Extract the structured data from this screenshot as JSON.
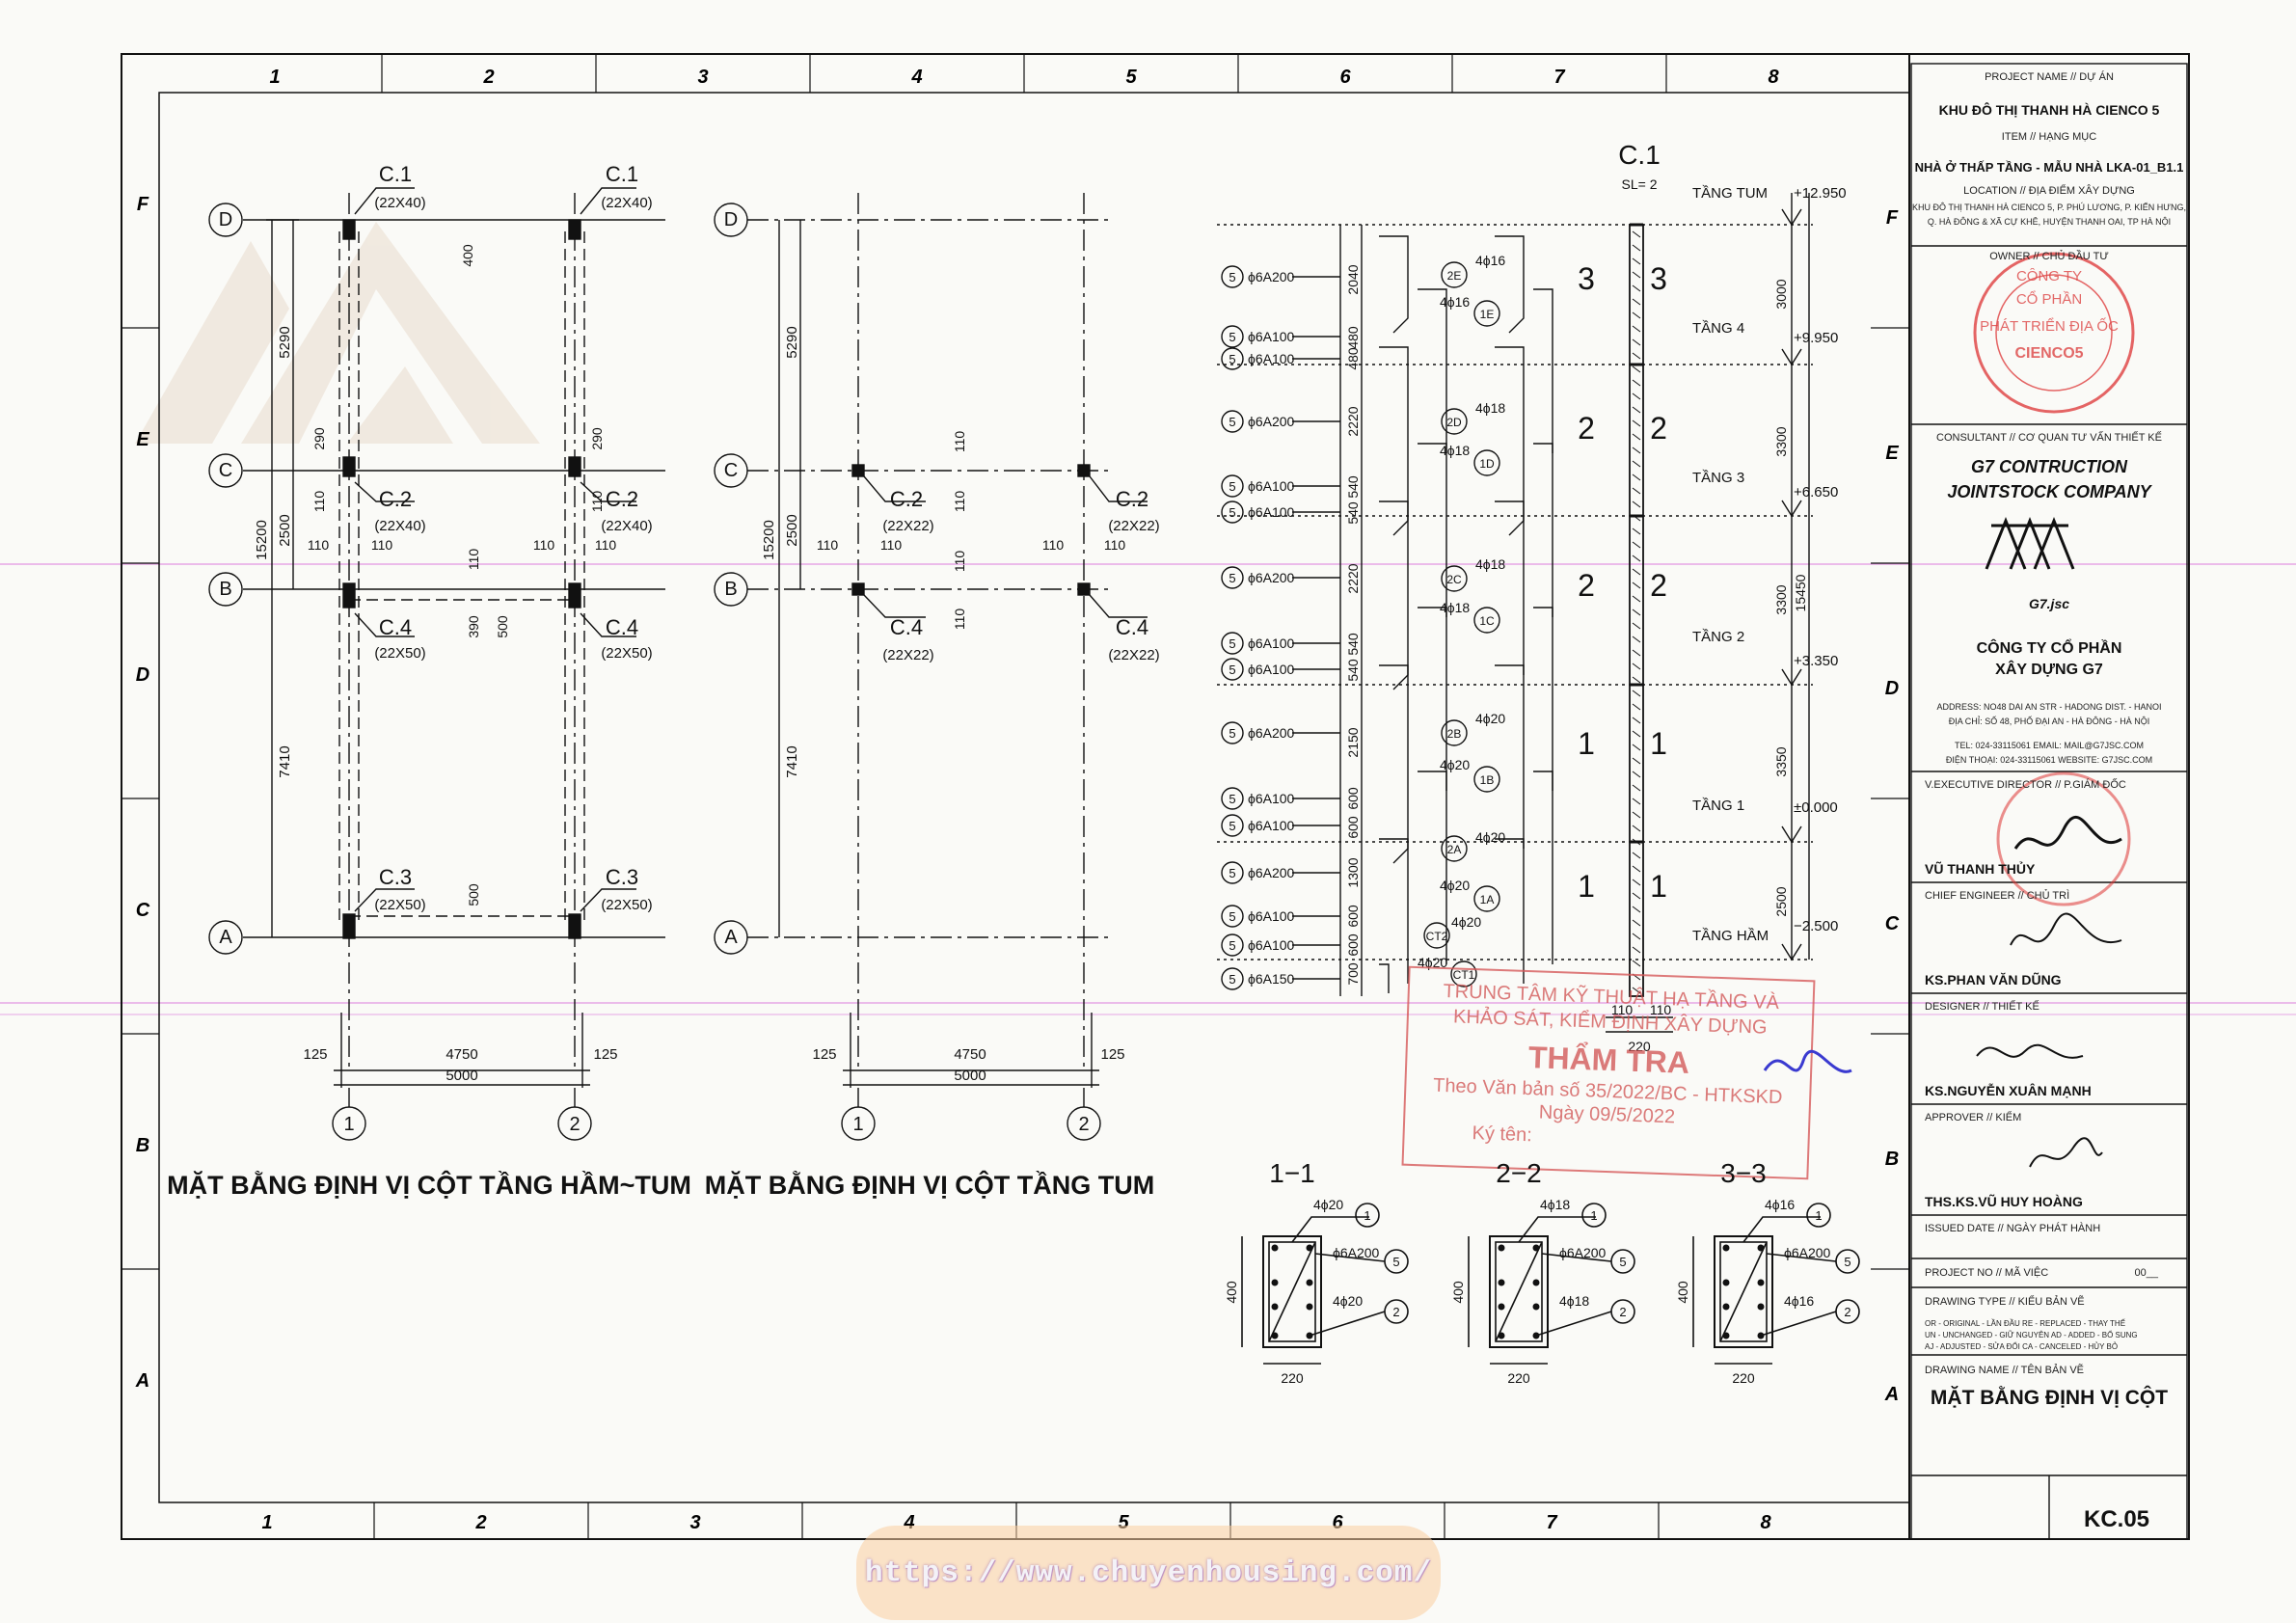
{
  "grid": {
    "cols_top": [
      "1",
      "2",
      "3",
      "4",
      "5",
      "6",
      "7",
      "8"
    ],
    "rows_side": [
      "F",
      "E",
      "D",
      "C",
      "B",
      "A"
    ]
  },
  "plan1": {
    "title": "MẶT BẰNG ĐỊNH VỊ CỘT TẦNG HẦM~TUM",
    "axes_rows": [
      "D",
      "C",
      "B",
      "A"
    ],
    "axes_cols": [
      "1",
      "2"
    ],
    "col_labels": [
      {
        "name": "C.1",
        "size": "(22X40)"
      },
      {
        "name": "C.1",
        "size": "(22X40)"
      },
      {
        "name": "C.2",
        "size": "(22X40)"
      },
      {
        "name": "C.2",
        "size": "(22X40)"
      },
      {
        "name": "C.4",
        "size": "(22X50)"
      },
      {
        "name": "C.4",
        "size": "(22X50)"
      },
      {
        "name": "C.3",
        "size": "(22X50)"
      },
      {
        "name": "C.3",
        "size": "(22X50)"
      }
    ],
    "dims_left": [
      "5290",
      "2500",
      "7410",
      "15200"
    ],
    "dims_bottom": [
      "125",
      "4750",
      "125",
      "5000"
    ],
    "dims_small": [
      "400",
      "290",
      "110",
      "110",
      "110",
      "110",
      "110",
      "110",
      "290",
      "110",
      "390",
      "500",
      "500"
    ]
  },
  "plan2": {
    "title": "MẶT BẰNG ĐỊNH VỊ CỘT TẦNG TUM",
    "axes_rows": [
      "D",
      "C",
      "B",
      "A"
    ],
    "axes_cols": [
      "1",
      "2"
    ],
    "col_labels": [
      {
        "name": "C.2",
        "size": "(22X22)"
      },
      {
        "name": "C.2",
        "size": "(22X22)"
      },
      {
        "name": "C.4",
        "size": "(22X22)"
      },
      {
        "name": "C.4",
        "size": "(22X22)"
      }
    ],
    "dims_left": [
      "5290",
      "2500",
      "7410",
      "15200"
    ],
    "dims_bottom": [
      "125",
      "4750",
      "125",
      "5000"
    ],
    "dims_small": [
      "110",
      "110",
      "110",
      "110",
      "110",
      "110",
      "110",
      "110"
    ]
  },
  "elevation": {
    "title": "C.1",
    "subtitle": "SL= 2",
    "levels": [
      {
        "name": "TẦNG TUM",
        "elev": "+12.950"
      },
      {
        "name": "TẦNG 4",
        "elev": "+9.950"
      },
      {
        "name": "TẦNG 3",
        "elev": "+6.650"
      },
      {
        "name": "TẦNG 2",
        "elev": "+3.350"
      },
      {
        "name": "TẦNG 1",
        "elev": "±0.000"
      },
      {
        "name": "TẦNG HẦM",
        "elev": "−2.500"
      }
    ],
    "stirrups": [
      "ϕ6A200",
      "ϕ6A100",
      "ϕ6A100",
      "ϕ6A200",
      "ϕ6A100",
      "ϕ6A100",
      "ϕ6A200",
      "ϕ6A100",
      "ϕ6A100",
      "ϕ6A200",
      "ϕ6A100",
      "ϕ6A100",
      "ϕ6A200",
      "ϕ6A100",
      "ϕ6A100",
      "ϕ6A150"
    ],
    "stirrup_mark": "5",
    "left_dims": [
      "2040",
      "480",
      "480",
      "2220",
      "540",
      "540",
      "2220",
      "540",
      "540",
      "2150",
      "600",
      "600",
      "1300",
      "600",
      "600",
      "700"
    ],
    "right_dims": [
      "3000",
      "3300",
      "3300",
      "3350",
      "2500"
    ],
    "total_dim": "15450",
    "bars": [
      {
        "mark": "2E",
        "text": "4ϕ16"
      },
      {
        "mark": "1E",
        "text": "4ϕ16"
      },
      {
        "mark": "2D",
        "text": "4ϕ18"
      },
      {
        "mark": "1D",
        "text": "4ϕ18"
      },
      {
        "mark": "2C",
        "text": "4ϕ18"
      },
      {
        "mark": "1C",
        "text": "4ϕ18"
      },
      {
        "mark": "2B",
        "text": "4ϕ20"
      },
      {
        "mark": "1B",
        "text": "4ϕ20"
      },
      {
        "mark": "2A",
        "text": "4ϕ20"
      },
      {
        "mark": "1A",
        "text": "4ϕ20"
      },
      {
        "mark": "CT2",
        "text": "4ϕ20"
      },
      {
        "mark": "CT1",
        "text": "4ϕ20"
      }
    ],
    "section_marks": [
      "3",
      "3",
      "2",
      "2",
      "2",
      "2",
      "1",
      "1",
      "1",
      "1"
    ],
    "base_dims": [
      "110",
      "110",
      "220"
    ]
  },
  "sections": [
    {
      "title": "1−1",
      "top": "4ϕ20",
      "stirrup": "ϕ6A200",
      "bottom": "4ϕ20",
      "h": "400",
      "w": "220",
      "m1": "1",
      "m5": "5",
      "m2": "2"
    },
    {
      "title": "2−2",
      "top": "4ϕ18",
      "stirrup": "ϕ6A200",
      "bottom": "4ϕ18",
      "h": "400",
      "w": "220",
      "m1": "1",
      "m5": "5",
      "m2": "2"
    },
    {
      "title": "3−3",
      "top": "4ϕ16",
      "stirrup": "ϕ6A200",
      "bottom": "4ϕ16",
      "h": "400",
      "w": "220",
      "m1": "1",
      "m5": "5",
      "m2": "2"
    }
  ],
  "stamp_review": {
    "l1": "TRUNG TÂM KỸ THUẬT HẠ TẦNG VÀ",
    "l2": "KHẢO SÁT, KIỂM ĐỊNH XÂY DỰNG",
    "l3": "THẨM TRA",
    "l4": "Theo Văn bản số 35/2022/BC - HTKSKD",
    "l5": "Ngày 09/5/2022",
    "l6": "Ký tên:"
  },
  "titleblock": {
    "project_label": "PROJECT NAME // DỰ ÁN",
    "project": "KHU ĐÔ THỊ THANH HÀ CIENCO 5",
    "item_label": "ITEM // HẠNG MỤC",
    "item": "NHÀ Ở THẤP TẦNG - MẪU NHÀ LKA-01_B1.1",
    "location_label": "LOCATION // ĐỊA ĐIỂM XÂY DỰNG",
    "location1": "KHU ĐÔ THỊ THANH HÀ CIENCO 5, P. PHÚ LƯƠNG, P. KIẾN HƯNG,",
    "location2": "Q. HÀ ĐÔNG & XÃ CỰ KHÊ, HUYỆN THANH OAI, TP HÀ NỘI",
    "owner_label": "OWNER // CHỦ ĐẦU TƯ",
    "owner_stamp1": "CÔNG TY",
    "owner_stamp2": "CỔ PHẦN",
    "owner_stamp3": "PHÁT TRIỂN ĐỊA ỐC",
    "owner_stamp4": "CIENCO5",
    "consultant_label": "CONSULTANT // CƠ QUAN TƯ VẤN THIẾT KẾ",
    "consultant1": "G7 CONTRUCTION",
    "consultant2": "JOINTSTOCK COMPANY",
    "logo_text": "G7.jsc",
    "company1": "CÔNG TY CỔ PHẦN",
    "company2": "XÂY DỰNG G7",
    "address1": "ADDRESS: NO48 DAI AN STR - HADONG DIST. - HANOI",
    "address2": "ĐỊA CHỈ: SỐ 48, PHỐ ĐẠI AN - HÀ ĐÔNG - HÀ NỘI",
    "tel1": "TEL: 024-33115061  EMAIL: MAIL@G7JSC.COM",
    "tel2": "ĐIỆN THOẠI: 024-33115061  WEBSITE: G7JSC.COM",
    "director_label": "V.EXECUTIVE DIRECTOR // P.GIÁM ĐỐC",
    "director": "VŨ THANH THỦY",
    "chief_label": "CHIEF ENGINEER // CHỦ TRÌ",
    "chief": "KS.PHAN VĂN DŨNG",
    "designer_label": "DESIGNER // THIẾT KẾ",
    "designer": "KS.NGUYỄN XUÂN MẠNH",
    "approver_label": "APPROVER // KIỂM",
    "approver": "THS.KS.VŨ HUY HOÀNG",
    "issued_label": "ISSUED DATE // NGÀY PHÁT HÀNH",
    "projectno_label": "PROJECT NO // MÃ VIỆC",
    "projectno": "00__",
    "drawingtype_label": "DRAWING TYPE // KIỂU BẢN VẼ",
    "dt1": "OR - ORIGINAL - LẦN ĐẦU   RE - REPLACED - THAY THẾ",
    "dt2": "UN - UNCHANGED - GIỮ NGUYÊN   AD - ADDED - BỔ SUNG",
    "dt3": "AJ - ADJUSTED - SỬA ĐỔI   CA - CANCELED - HỦY BỎ",
    "drawingname_label": "DRAWING NAME // TÊN BẢN VẼ",
    "drawingname": "MẶT BẰNG ĐỊNH VỊ CỘT",
    "sheet_no": "KC.05"
  },
  "watermark_url": "https://www.chuyenhousing.com/"
}
